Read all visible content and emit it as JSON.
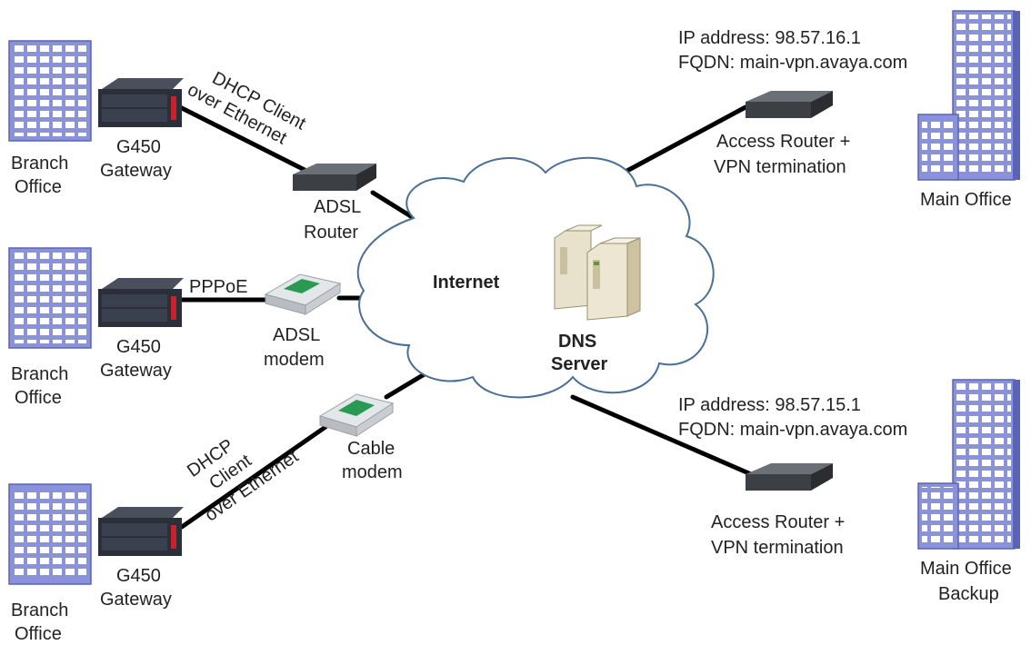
{
  "colors": {
    "building": "#8a93d9",
    "building_dark": "#5b63b5",
    "window": "#ffffff",
    "gateway": "#2a2f3a",
    "gateway_accent": "#c8232c",
    "router": "#3c3f44",
    "modem": "#d7dadd",
    "modem_accent": "#2a9a52",
    "server": "#e8e2cc",
    "cloud_edge": "#4a6f95",
    "link": "#000000"
  },
  "branches": [
    {
      "office": [
        "Branch",
        "Office"
      ],
      "gateway": [
        "G450",
        "Gateway"
      ]
    },
    {
      "office": [
        "Branch",
        "Office"
      ],
      "gateway": [
        "G450",
        "Gateway"
      ]
    },
    {
      "office": [
        "Branch",
        "Office"
      ],
      "gateway": [
        "G450",
        "Gateway"
      ]
    }
  ],
  "links": {
    "dhcp_top": [
      "DHCP Client",
      "over Ethernet"
    ],
    "pppoe": "PPPoE",
    "dhcp_bottom": [
      "DHCP",
      "Client",
      "over Ethernet"
    ]
  },
  "devices": {
    "adsl_router": [
      "ADSL",
      "Router"
    ],
    "adsl_modem": [
      "ADSL",
      "modem"
    ],
    "cable_modem": [
      "Cable",
      "modem"
    ]
  },
  "internet": {
    "label": "Internet",
    "dns": [
      "DNS",
      "Server"
    ]
  },
  "main_sites": [
    {
      "ip": "IP address: 98.57.16.1",
      "fqdn": "FQDN: main-vpn.avaya.com",
      "router": [
        "Access Router +",
        "VPN termination"
      ],
      "office": [
        "Main Office"
      ]
    },
    {
      "ip": "IP address: 98.57.15.1",
      "fqdn": "FQDN: main-vpn.avaya.com",
      "router": [
        "Access Router +",
        "VPN termination"
      ],
      "office": [
        "Main Office",
        "Backup"
      ]
    }
  ]
}
